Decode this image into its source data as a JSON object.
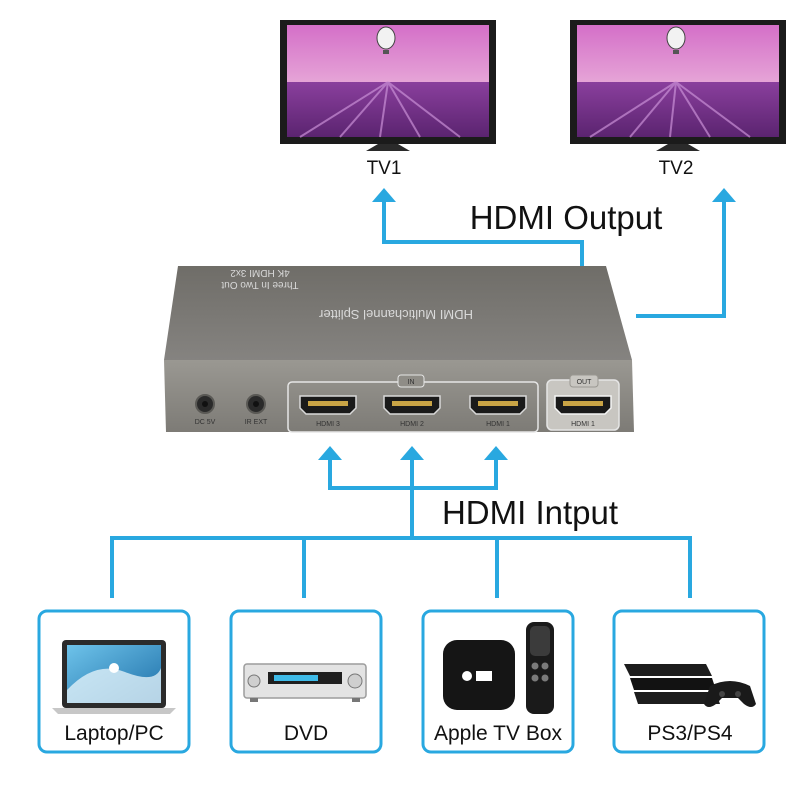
{
  "colors": {
    "connector": "#29a8e0",
    "device_body": "#7a7872",
    "device_front": "#8f8d87",
    "box_border": "#29a8e0"
  },
  "outputs": {
    "title": "HDMI Output",
    "tvs": [
      {
        "label": "TV1"
      },
      {
        "label": "TV2"
      }
    ]
  },
  "inputs": {
    "title": "HDMI Intput"
  },
  "splitter": {
    "top_text_line1": "HDMI Multichannel Splitter",
    "top_text_line2": "Three In Two Out",
    "top_text_line3": "4K HDMI 3x2",
    "in_group_label": "IN",
    "out_group_label": "OUT",
    "ports": {
      "dc": "DC 5V",
      "ir": "IR EXT",
      "hdmi3": "HDMI 3",
      "hdmi2": "HDMI 2",
      "hdmi1": "HDMI 1",
      "out1": "HDMI 1"
    }
  },
  "sources": [
    {
      "label": "Laptop/PC",
      "icon": "laptop-icon"
    },
    {
      "label": "DVD",
      "icon": "dvd-player-icon"
    },
    {
      "label": "Apple TV Box",
      "icon": "apple-tv-icon"
    },
    {
      "label": "PS3/PS4",
      "icon": "game-console-icon"
    }
  ]
}
